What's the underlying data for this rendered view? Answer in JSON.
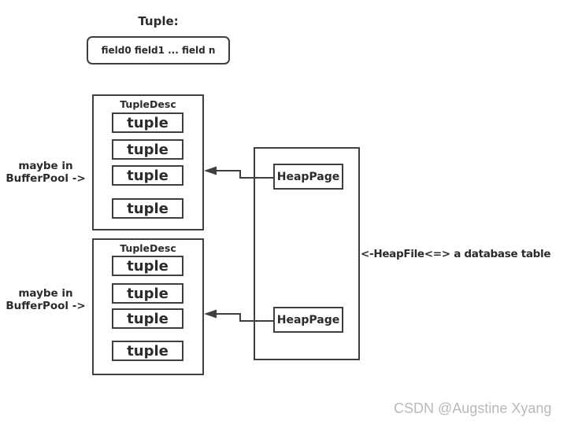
{
  "header": {
    "title": "Tuple:"
  },
  "tuple_box": {
    "fields": "field0 field1 ... field n"
  },
  "left_notes": [
    {
      "line1": "maybe in",
      "line2": "BufferPool ->"
    },
    {
      "line1": "maybe in",
      "line2": "BufferPool ->"
    }
  ],
  "tuple_desc_groups": [
    {
      "label": "TupleDesc",
      "tuples": [
        "tuple",
        "tuple",
        "tuple",
        "tuple"
      ]
    },
    {
      "label": "TupleDesc",
      "tuples": [
        "tuple",
        "tuple",
        "tuple",
        "tuple"
      ]
    }
  ],
  "heap_file": {
    "pages": [
      {
        "label": "HeapPage"
      },
      {
        "label": "HeapPage"
      }
    ],
    "annotation": "<-HeapFile<=> a database table"
  },
  "watermark": "CSDN @Augstine Xyang",
  "colors": {
    "stroke": "#3f3f3f",
    "text": "#2b2b2b",
    "watermark": "#b9b9b9",
    "background": "#ffffff"
  }
}
